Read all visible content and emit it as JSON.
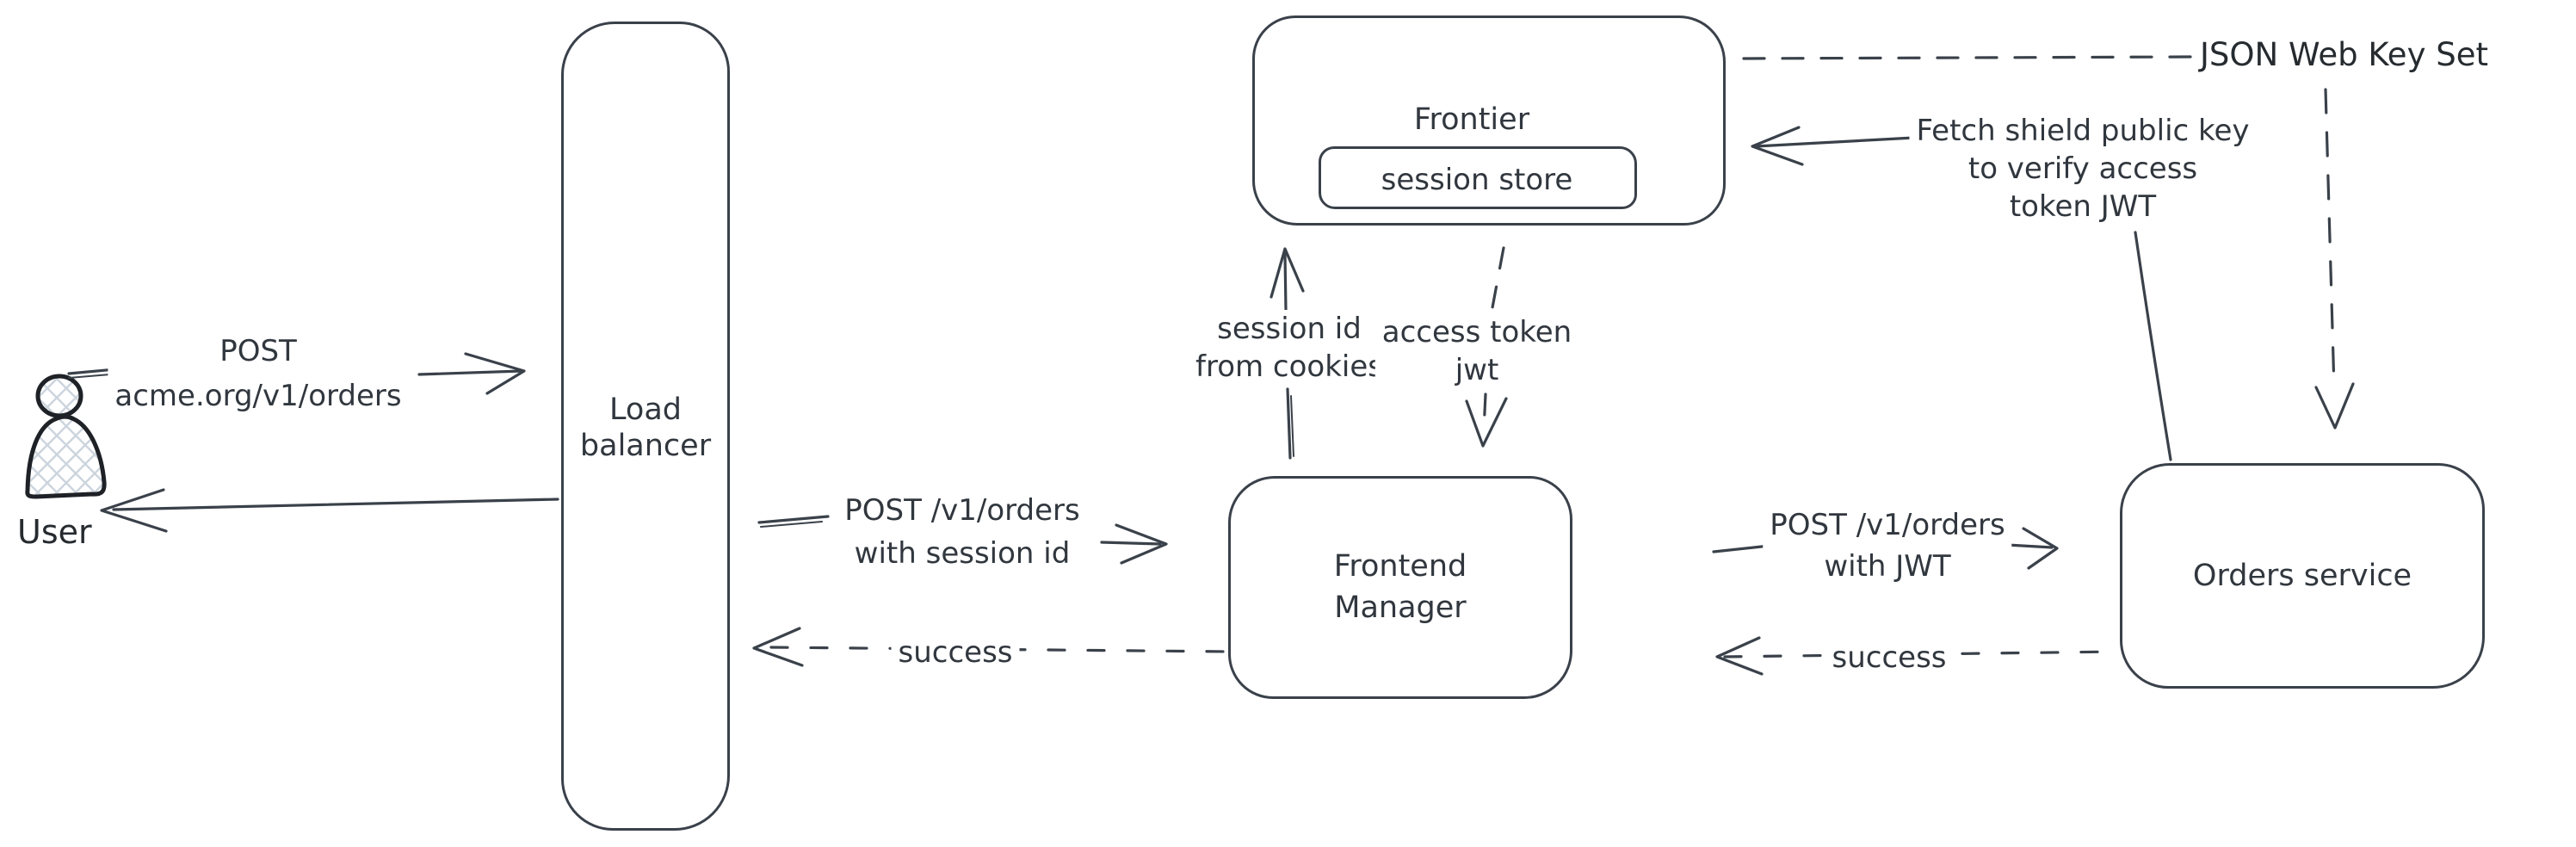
{
  "colors": {
    "background": "#ffffff",
    "stroke": "#3a414a",
    "text": "#31373e",
    "user_outline": "#1e2227",
    "hatch_fill": "#ccd5de"
  },
  "nodes": {
    "user": {
      "label": "User"
    },
    "load_balancer": {
      "line1": "Load",
      "line2": "balancer"
    },
    "frontier": {
      "label": "Frontier"
    },
    "session_store": {
      "label": "session store"
    },
    "frontend_manager": {
      "line1": "Frontend",
      "line2": "Manager"
    },
    "orders_service": {
      "label": "Orders service"
    }
  },
  "edges": {
    "user_to_lb": {
      "line1": "POST",
      "line2": "acme.org/v1/orders"
    },
    "lb_to_fm": {
      "line1": "POST /v1/orders",
      "line2": "with session id"
    },
    "fm_to_lb": {
      "label": "success"
    },
    "fm_to_frontier": {
      "line1": "session id",
      "line2": "from cookies"
    },
    "frontier_to_fm": {
      "line1": "access token",
      "line2": "jwt"
    },
    "fm_to_orders": {
      "line1": "POST /v1/orders",
      "line2": "with JWT"
    },
    "orders_to_fm": {
      "label": "success"
    },
    "jwks": {
      "label": "JSON Web Key Set"
    },
    "fetch_key": {
      "line1": "Fetch shield public key",
      "line2": "to verify access",
      "line3": "token JWT"
    }
  }
}
